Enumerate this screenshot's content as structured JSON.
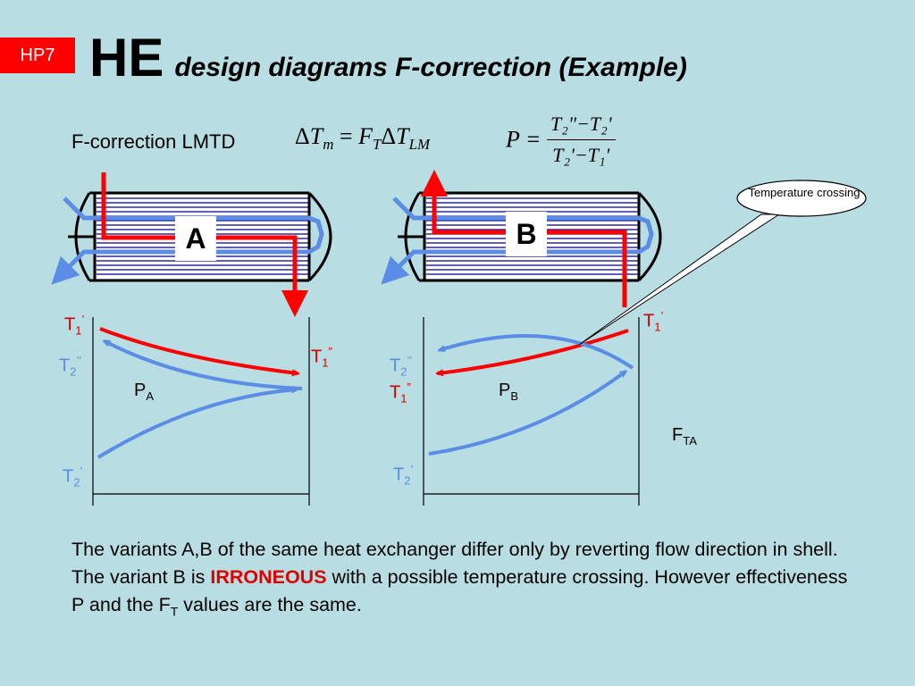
{
  "badge": "HP7",
  "title": {
    "main": "HE",
    "sub": "design diagrams F-correction (Example)"
  },
  "f_label": "F-correction LMTD",
  "formula_lmtd": {
    "lhs_delta": "Δ",
    "lhs_T": "T",
    "lhs_sub": "m",
    "eq": " = ",
    "F": "F",
    "F_sub": "T",
    "rhs_delta": "Δ",
    "rhs_T": "T",
    "rhs_sub": "LM"
  },
  "formula_p": {
    "lhs": "P = ",
    "numerator": "T₂\"−T₂'",
    "denominator": "T₂'−T₁'"
  },
  "variant_a": {
    "label": "A"
  },
  "variant_b": {
    "label": "B"
  },
  "bubble": {
    "text": "Temperature crossing"
  },
  "diagram_a": {
    "t1p": {
      "base": "T",
      "sub": "1",
      "sup": "’"
    },
    "t1pp": {
      "base": "T",
      "sub": "1",
      "sup": "”"
    },
    "t2pp": {
      "base": "T",
      "sub": "2",
      "sup": "’’"
    },
    "t2p": {
      "base": "T",
      "sub": "2",
      "sup": "’"
    },
    "p": {
      "base": "P",
      "sub": "A"
    }
  },
  "diagram_b": {
    "t1p": {
      "base": "T",
      "sub": "1",
      "sup": "’"
    },
    "t2pp": {
      "base": "T",
      "sub": "2",
      "sup": "’’"
    },
    "t1pp": {
      "base": "T",
      "sub": "1",
      "sup": "”"
    },
    "t2p": {
      "base": "T",
      "sub": "2",
      "sup": "’"
    },
    "p": {
      "base": "P",
      "sub": "B"
    }
  },
  "fta": {
    "base": "F",
    "sub": "TA"
  },
  "footer": {
    "part1": "The variants A,B of the same heat exchanger differ only by reverting flow direction in shell. The variant B is ",
    "emphasis": "IRRONEOUS",
    "part2": " with a possible temperature crossing. However effectiveness P and the F",
    "ft_sub": "T",
    "part3": " values are the same."
  },
  "colors": {
    "background": "#b8dde2",
    "hot": "#ff0000",
    "cold": "#5b8de6",
    "badge": "#ff0000",
    "tubes": "#1a1aa0"
  }
}
